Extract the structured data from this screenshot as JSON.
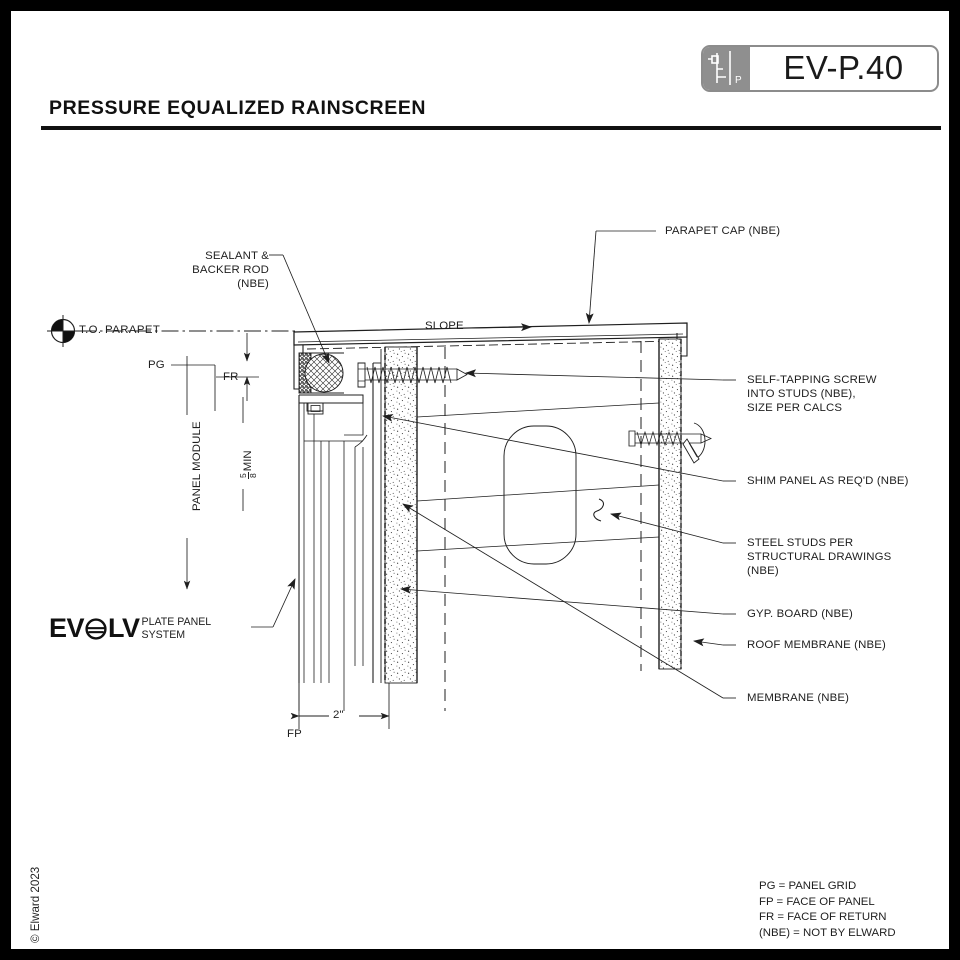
{
  "sheet": {
    "number": "EV-P.40",
    "title": "PRESSURE EQUALIZED RAINSCREEN",
    "badge_icon": "parapet-detail-icon",
    "badge_icon_letter": "P",
    "copyright": "© Elward 2023"
  },
  "logo": {
    "mark_left": "EV",
    "mark_right": "LV",
    "subtitle": "PLATE PANEL\nSYSTEM"
  },
  "annotations": {
    "parapet_cap": "PARAPET CAP (NBE)",
    "sealant_backer_rod": "SEALANT &\nBACKER ROD\n(NBE)",
    "self_tapping_screw": "SELF-TAPPING SCREW\nINTO STUDS (NBE),\nSIZE PER CALCS",
    "shim_panel": "SHIM PANEL AS REQ'D (NBE)",
    "steel_studs": "STEEL STUDS PER\nSTRUCTURAL DRAWINGS\n(NBE)",
    "gyp_board": "GYP. BOARD (NBE)",
    "roof_membrane": "ROOF MEMBRANE (NBE)",
    "membrane": "MEMBRANE (NBE)",
    "slope": "SLOPE",
    "to_parapet": "T.O. PARAPET"
  },
  "dimensions": {
    "pg": "PG",
    "fr": "FR",
    "fp": "FP",
    "panel_module": "PANEL MODULE",
    "min_note": "MIN",
    "min_numerator": "5",
    "min_denominator": "8",
    "width": "2\""
  },
  "legend": {
    "lines": "PG = PANEL GRID\nFP = FACE OF PANEL\nFR = FACE OF RETURN\n(NBE) = NOT BY ELWARD"
  },
  "colors": {
    "ink": "#1f1f1f",
    "border": "#000000",
    "badge_grey": "#8f8f8f",
    "page": "#ffffff"
  }
}
